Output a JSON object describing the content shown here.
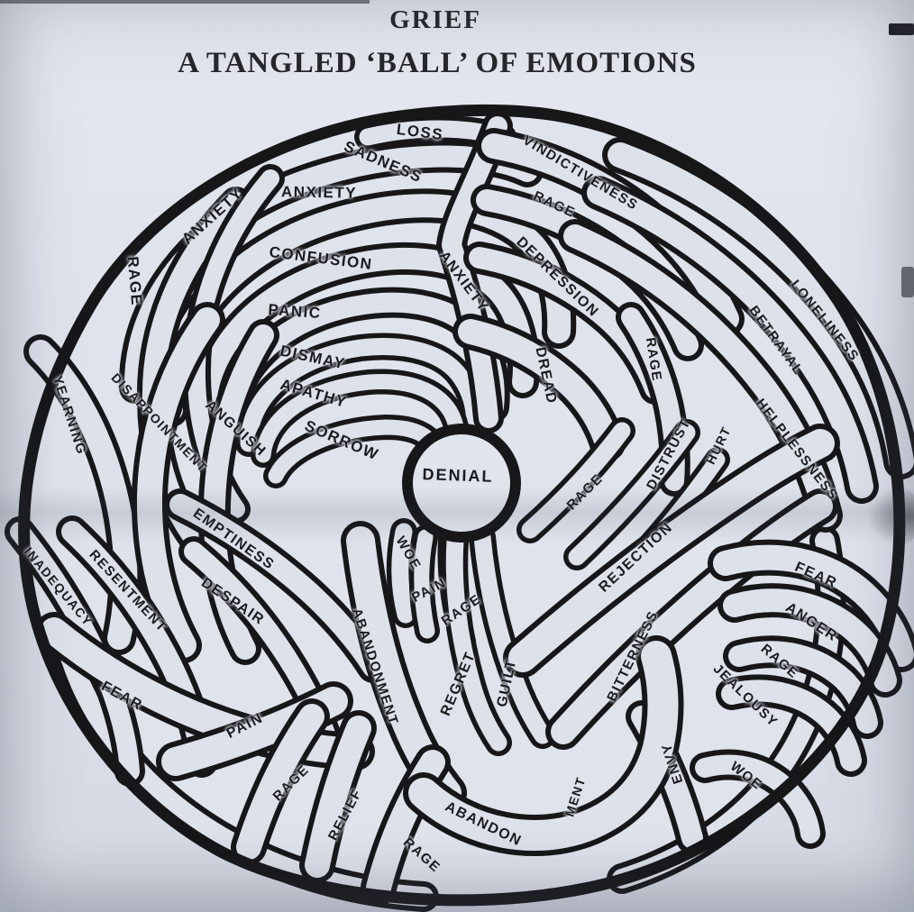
{
  "document": {
    "title": "GRIEF",
    "subtitle": "A TANGLED ‘BALL’ OF EMOTIONS"
  },
  "diagram": {
    "center_label": "DENIAL",
    "labels": [
      "LOSS",
      "SADNESS",
      "VINDICTIVENESS",
      "ANXIETY",
      "ANXIETY",
      "RAGE",
      "CONFUSION",
      "DEPRESSION",
      "ANXIETY",
      "PANIC",
      "RAGE",
      "DISMAY",
      "APATHY",
      "SORROW",
      "DREAD",
      "RAGE",
      "LONELINESS",
      "BETRAYAL",
      "HELPLESSNESS",
      "YEARNING",
      "DISAPPOINTMENT",
      "ANGUISH",
      "RAGE",
      "DISTRUST",
      "HURT",
      "EMPTINESS",
      "RESENTMENT",
      "DESPAIR",
      "INADEQUACY",
      "WOE",
      "PAIN",
      "RAGE",
      "REGRET",
      "GUILT",
      "ABANDONMENT",
      "REJECTION",
      "BITTERNESS",
      "FEAR",
      "ANGER",
      "RAGE",
      "JEALOUSY",
      "WOE",
      "ENVY",
      "FEAR",
      "PAIN",
      "RAGE",
      "RELIEF",
      "RAGE",
      "ABANDON",
      "MENT"
    ]
  }
}
